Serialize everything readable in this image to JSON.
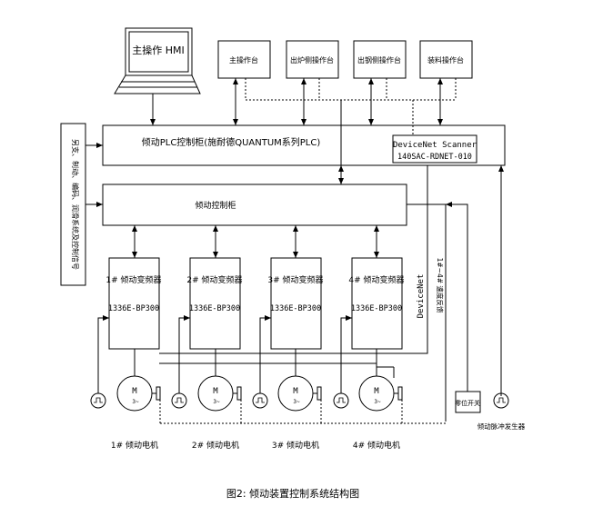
{
  "hmi": {
    "label": "主操作 HMI"
  },
  "consoles": [
    "主操作台",
    "出炉侧操作台",
    "出钢侧操作台",
    "装料操作台"
  ],
  "plc": {
    "label": "倾动PLC控制柜(施耐德QUANTUM系列PLC)",
    "scanner_title": "DeviceNet Scanner",
    "scanner_model": "140SAC-RDNET-010"
  },
  "left_panel": {
    "label": "另支、制动、编码、润滑系统及控制信号"
  },
  "control_cabinet": {
    "label": "倾动控制柜"
  },
  "drives": [
    {
      "name": "1# 倾动变频器",
      "model": "1336E-BP300"
    },
    {
      "name": "2# 倾动变频器",
      "model": "1336E-BP300"
    },
    {
      "name": "3# 倾动变频器",
      "model": "1336E-BP300"
    },
    {
      "name": "4# 倾动变频器",
      "model": "1336E-BP300"
    }
  ],
  "motor_symbol": {
    "letter": "M",
    "phase": "3~"
  },
  "motors": [
    "1# 倾动电机",
    "2# 倾动电机",
    "3# 倾动电机",
    "4# 倾动电机"
  ],
  "vertical_labels": {
    "devicenet": "DeviceNet",
    "speed": "1#~4# 速度反馈"
  },
  "limit_switch": {
    "label": "零位开关"
  },
  "encoder": {
    "label": "倾动脉冲发生器"
  },
  "caption": "图2:  倾动装置控制系统结构图",
  "colors": {
    "line": "#000000",
    "background": "#ffffff"
  }
}
